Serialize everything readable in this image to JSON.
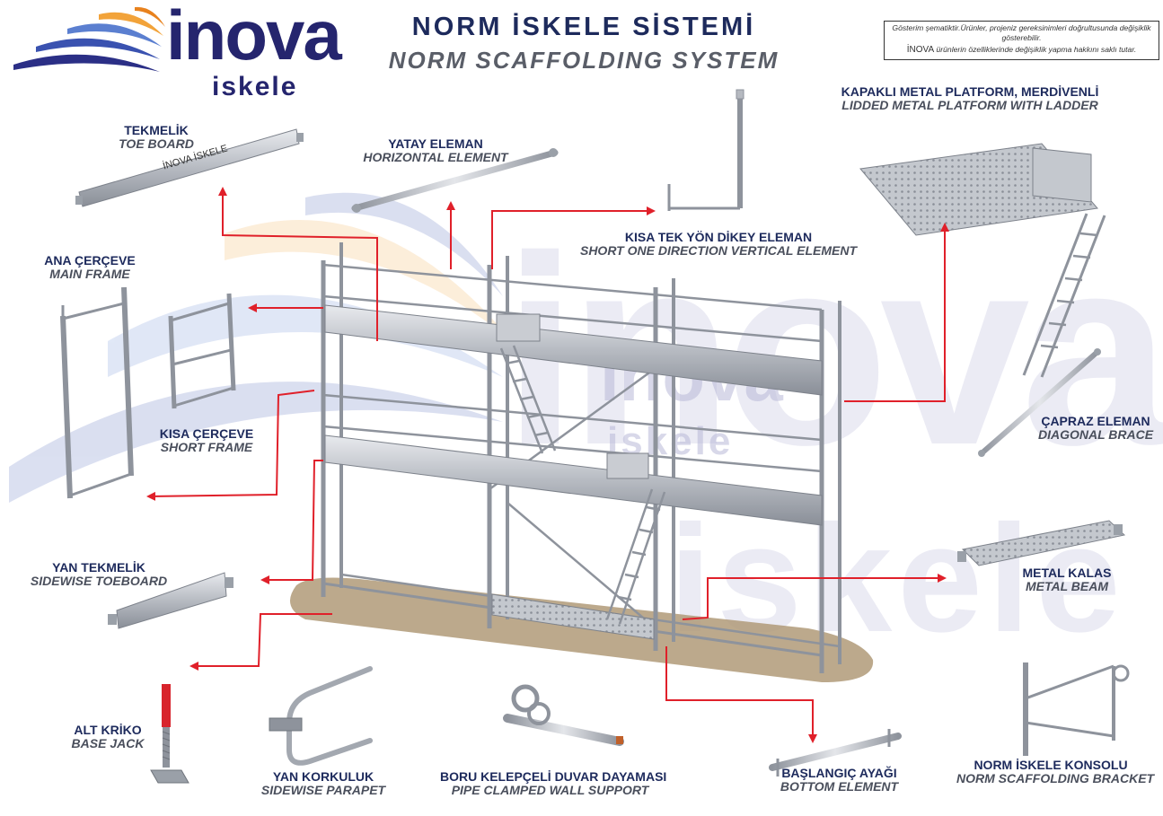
{
  "logo": {
    "word": "inova",
    "sub": "iskele"
  },
  "title": {
    "tr": "NORM İSKELE SİSTEMİ",
    "en": "NORM SCAFFOLDING SYSTEM"
  },
  "note": {
    "line1": "Gösterim şematiktir.Ürünler, projeniz gereksinimleri doğrultusunda değişiklik gösterebilir.",
    "brand": "İNOVA",
    "line2": " ürünlerin özelliklerinde değişiklik yapma hakkını saklı tutar."
  },
  "toeboard_print": "İNOVA İSKELE",
  "watermark": {
    "big": "inova",
    "small": "iskele"
  },
  "components": [
    {
      "id": "toe-board",
      "tr": "TEKMELİK",
      "en": "TOE BOARD"
    },
    {
      "id": "horizontal-element",
      "tr": "YATAY ELEMAN",
      "en": "HORIZONTAL ELEMENT"
    },
    {
      "id": "short-vertical",
      "tr": "KISA TEK YÖN DİKEY ELEMAN",
      "en": "SHORT ONE DIRECTION VERTICAL ELEMENT"
    },
    {
      "id": "lidded-platform",
      "tr": "KAPAKLI METAL PLATFORM, MERDİVENLİ",
      "en": "LIDDED METAL PLATFORM WITH LADDER"
    },
    {
      "id": "main-frame",
      "tr": "ANA ÇERÇEVE",
      "en": "MAIN FRAME"
    },
    {
      "id": "short-frame",
      "tr": "KISA ÇERÇEVE",
      "en": "SHORT FRAME"
    },
    {
      "id": "diagonal-brace",
      "tr": "ÇAPRAZ ELEMAN",
      "en": "DIAGONAL BRACE"
    },
    {
      "id": "sidewise-toeboard",
      "tr": "YAN TEKMELİK",
      "en": "SIDEWISE TOEBOARD"
    },
    {
      "id": "metal-beam",
      "tr": "METAL KALAS",
      "en": "METAL BEAM"
    },
    {
      "id": "base-jack",
      "tr": "ALT KRİKO",
      "en": "BASE JACK"
    },
    {
      "id": "sidewise-parapet",
      "tr": "YAN KORKULUK",
      "en": "SIDEWISE PARAPET"
    },
    {
      "id": "wall-support",
      "tr": "BORU KELEPÇELİ DUVAR DAYAMASI",
      "en": "PIPE CLAMPED WALL SUPPORT"
    },
    {
      "id": "bottom-element",
      "tr": "BAŞLANGIÇ AYAĞI",
      "en": "BOTTOM ELEMENT"
    },
    {
      "id": "bracket",
      "tr": "NORM İSKELE KONSOLU",
      "en": "NORM SCAFFOLDING BRACKET"
    }
  ],
  "colors": {
    "navy": "#1d2a5c",
    "arrow": "#e0202a",
    "steel": "#a9adb4",
    "ground": "#b09a78"
  }
}
